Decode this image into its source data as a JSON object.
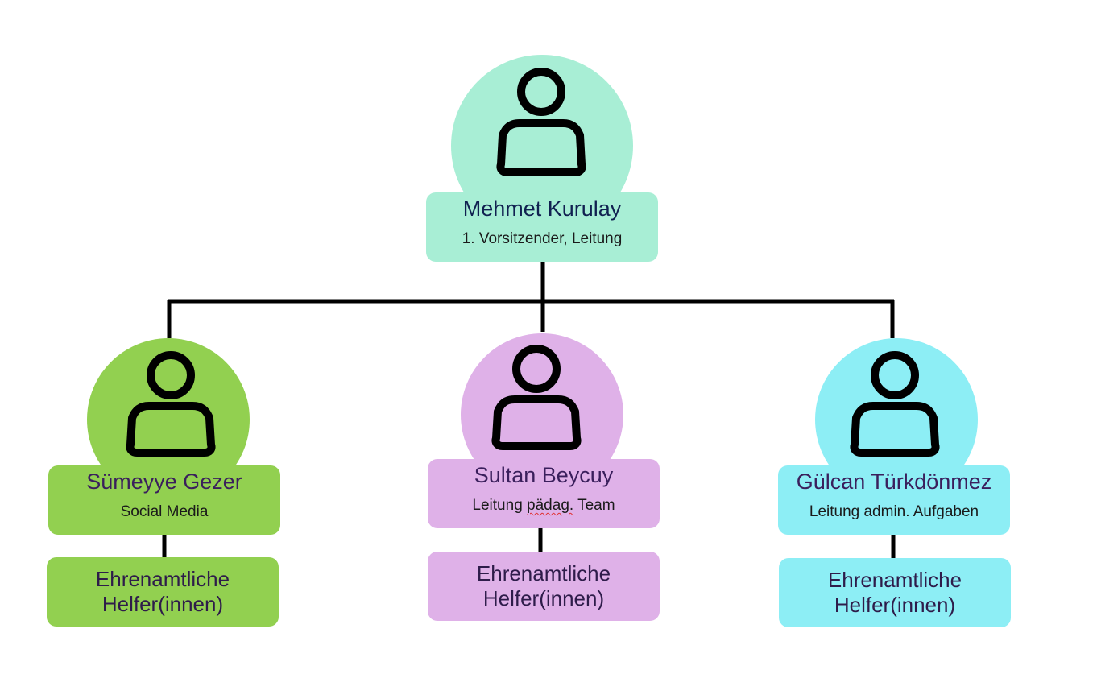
{
  "colors": {
    "mint": "#a8eed5",
    "green": "#92d050",
    "lilac": "#dfb1e8",
    "cyan": "#8deef5",
    "line": "#000000",
    "name_dark_navy": "#102050",
    "name_purple": "#3a1f5c"
  },
  "root": {
    "name": "Mehmet Kurulay",
    "role": "1. Vorsitzender, Leitung",
    "icon": "person-icon"
  },
  "members": [
    {
      "name": "Sümeyye Gezer",
      "role": "Social Media",
      "helper": "Ehrenamtliche\nHelfer(innen)",
      "icon": "person-icon"
    },
    {
      "name": "Sultan Beycuy",
      "role_parts": [
        "Leitung ",
        "pädag.",
        " Team"
      ],
      "helper": "Ehrenamtliche\nHelfer(innen)",
      "icon": "person-icon"
    },
    {
      "name": "Gülcan Türkdönmez",
      "role": "Leitung admin. Aufgaben",
      "helper": "Ehrenamtliche\nHelfer(innen)",
      "icon": "person-icon"
    }
  ]
}
